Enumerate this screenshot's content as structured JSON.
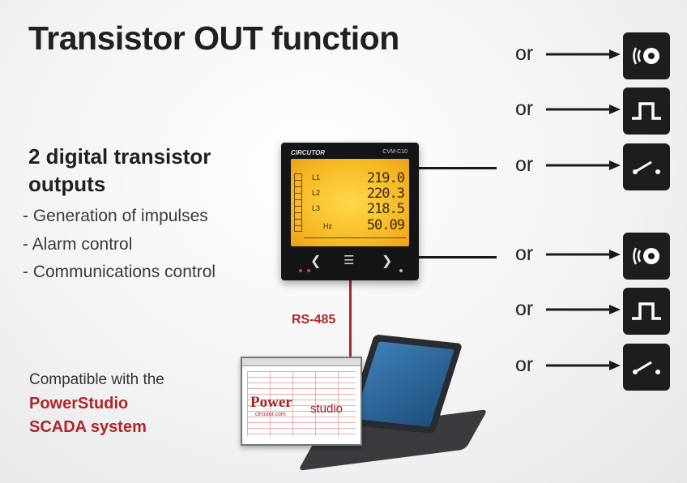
{
  "title": "Transistor OUT function",
  "heading": {
    "line1": "2 digital transistor",
    "line2": "outputs"
  },
  "bullets": [
    "- Generation of impulses",
    "- Alarm control",
    "- Communications control"
  ],
  "compatible": {
    "line1": "Compatible with the",
    "line2": "PowerStudio",
    "line3": "SCADA system"
  },
  "bus_label": "RS-485",
  "outputs": [
    {
      "or": "or",
      "icon": "sound-icon"
    },
    {
      "or": "or",
      "icon": "pulse-icon"
    },
    {
      "or": "or",
      "icon": "switch-icon"
    },
    {
      "or": "or",
      "icon": "sound-icon"
    },
    {
      "or": "or",
      "icon": "pulse-icon"
    },
    {
      "or": "or",
      "icon": "switch-icon"
    }
  ],
  "meter": {
    "brand": "CIRCUTOR",
    "model": "CVM-C10",
    "lines": [
      {
        "label": "L1",
        "value": "219.0"
      },
      {
        "label": "L2",
        "value": "220.3"
      },
      {
        "label": "L3",
        "value": "218.5"
      },
      {
        "label": "Hz",
        "value": "50.09"
      }
    ]
  },
  "software": {
    "logo_power": "Power",
    "logo_studio": "studio",
    "logo_sub": "circutor.com"
  },
  "colors": {
    "accent_red": "#b0252a",
    "tile_dark": "#1c1d1f",
    "lcd_amber": "#f6b623"
  }
}
